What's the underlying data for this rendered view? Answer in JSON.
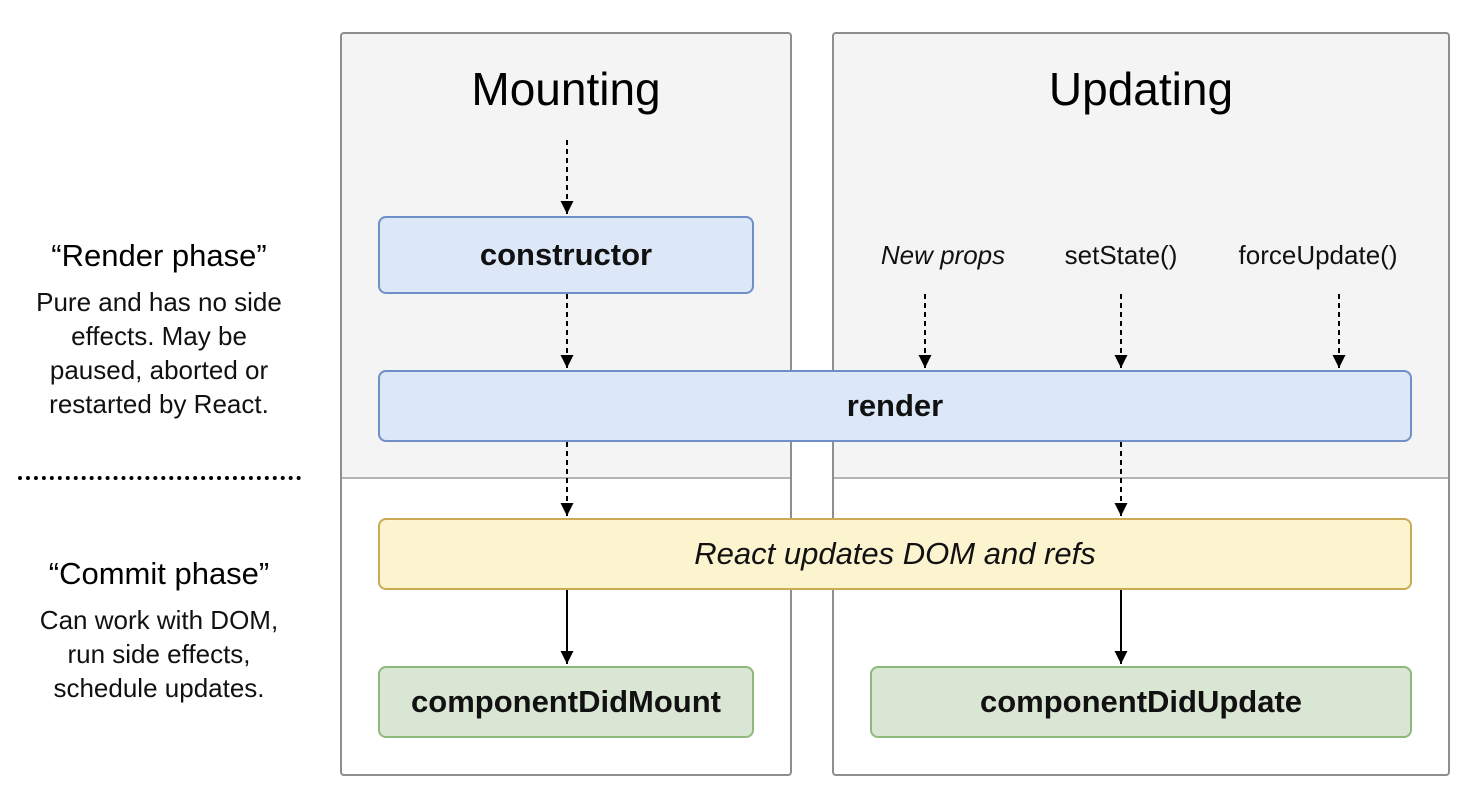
{
  "render_phase": {
    "title": "“Render phase”",
    "description_lines": [
      "Pure and has no side",
      "effects. May be",
      "paused, aborted or",
      "restarted by React."
    ]
  },
  "commit_phase": {
    "title": "“Commit phase”",
    "description_lines": [
      "Can work with DOM,",
      "run side effects,",
      "schedule updates."
    ]
  },
  "columns": {
    "mounting": {
      "title": "Mounting"
    },
    "updating": {
      "title": "Updating"
    }
  },
  "methods": {
    "constructor": "constructor",
    "render": "render",
    "dom_update": "React updates DOM and refs",
    "component_did_mount": "componentDidMount",
    "component_did_update": "componentDidUpdate"
  },
  "triggers": {
    "new_props": "New props",
    "set_state": "setState()",
    "force_update": "forceUpdate()"
  },
  "colors": {
    "render_box_fill": "#dce7f8",
    "commit_box_fill": "#fcf3cf",
    "did_box_fill": "#dae6d4"
  }
}
